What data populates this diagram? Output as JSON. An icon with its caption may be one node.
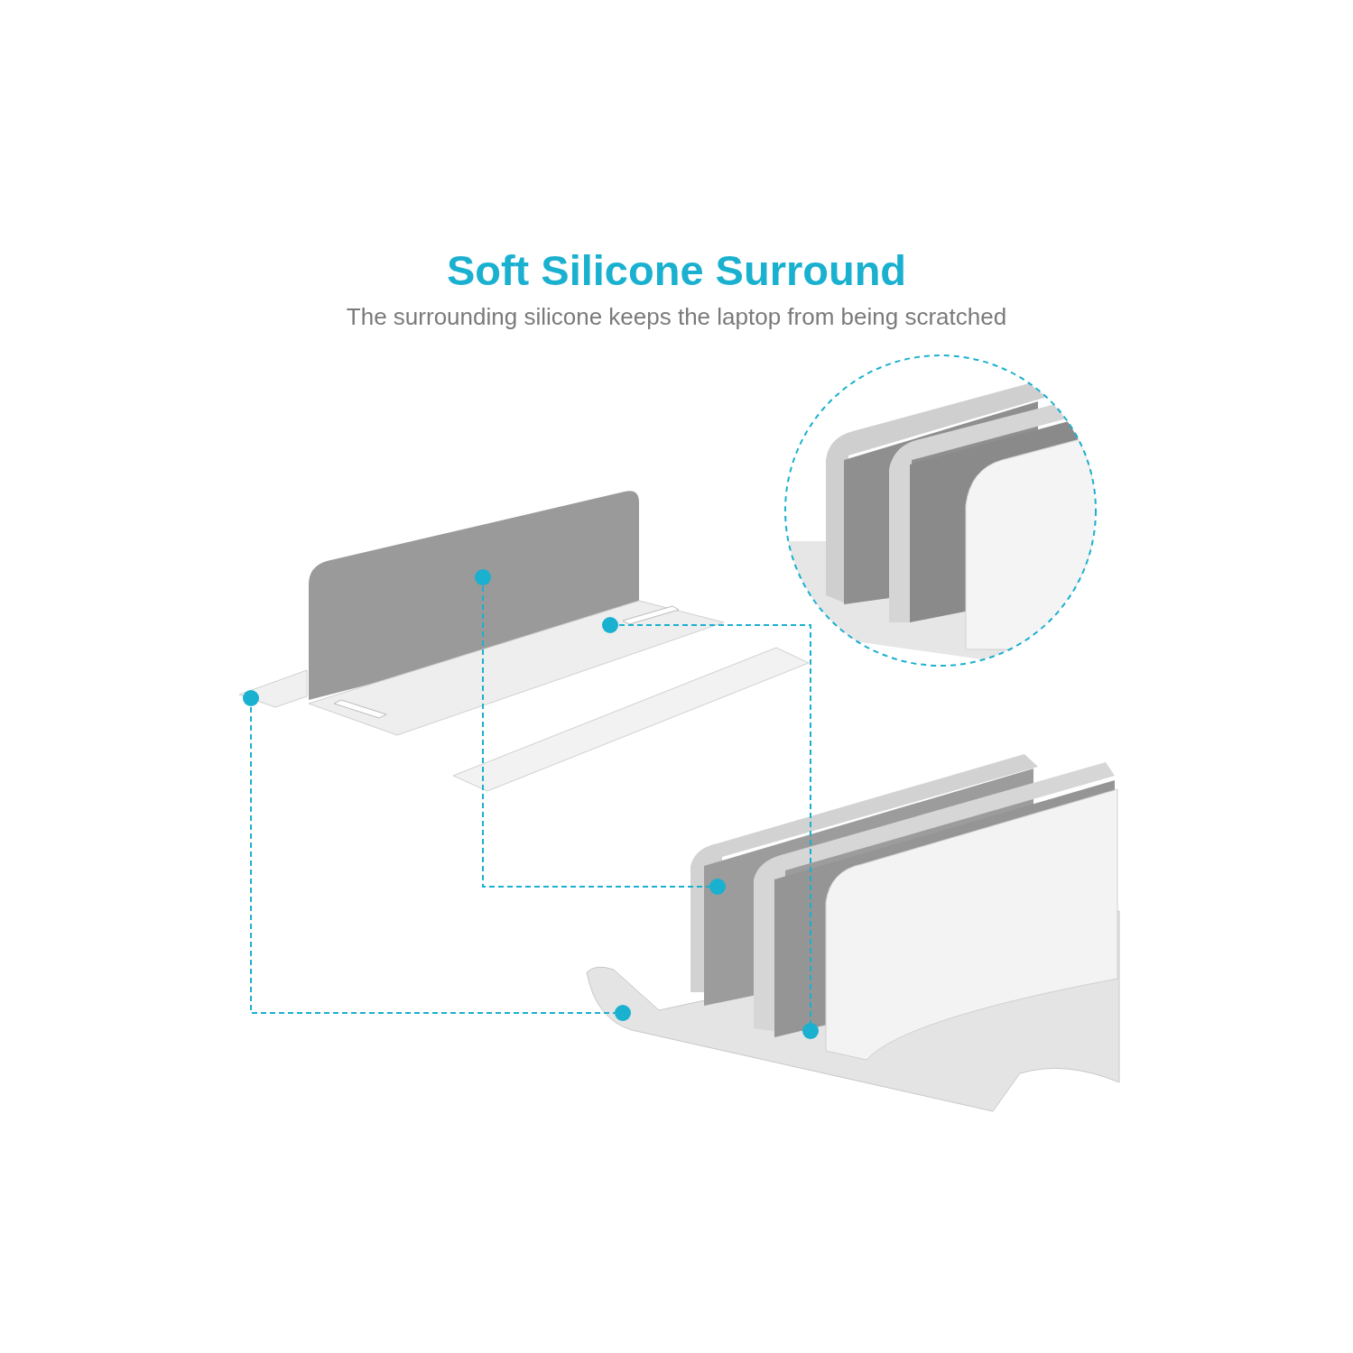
{
  "diagram": {
    "title": "Soft Silicone Surround",
    "nodes": [
      {
        "text": [],
        "shape": "picture"
      },
      {
        "text": [],
        "shape": "picture"
      },
      {
        "text": [],
        "shape": "picture"
      },
      {
        "text": [],
        "shape": "picture"
      },
      {
        "text": [],
        "shape": "picture"
      }
    ],
    "edges": [
      {
        "from": 0,
        "to": 4,
        "arrow": "other",
        "style": "dashed"
      },
      {
        "from": 0,
        "to": 4,
        "arrow": "other",
        "style": "dashed"
      },
      {
        "from": 1,
        "to": 4,
        "arrow": "other",
        "style": "dashed"
      }
    ],
    "labels": [
      "The surrounding silicone keeps the laptop from being scratched"
    ]
  }
}
